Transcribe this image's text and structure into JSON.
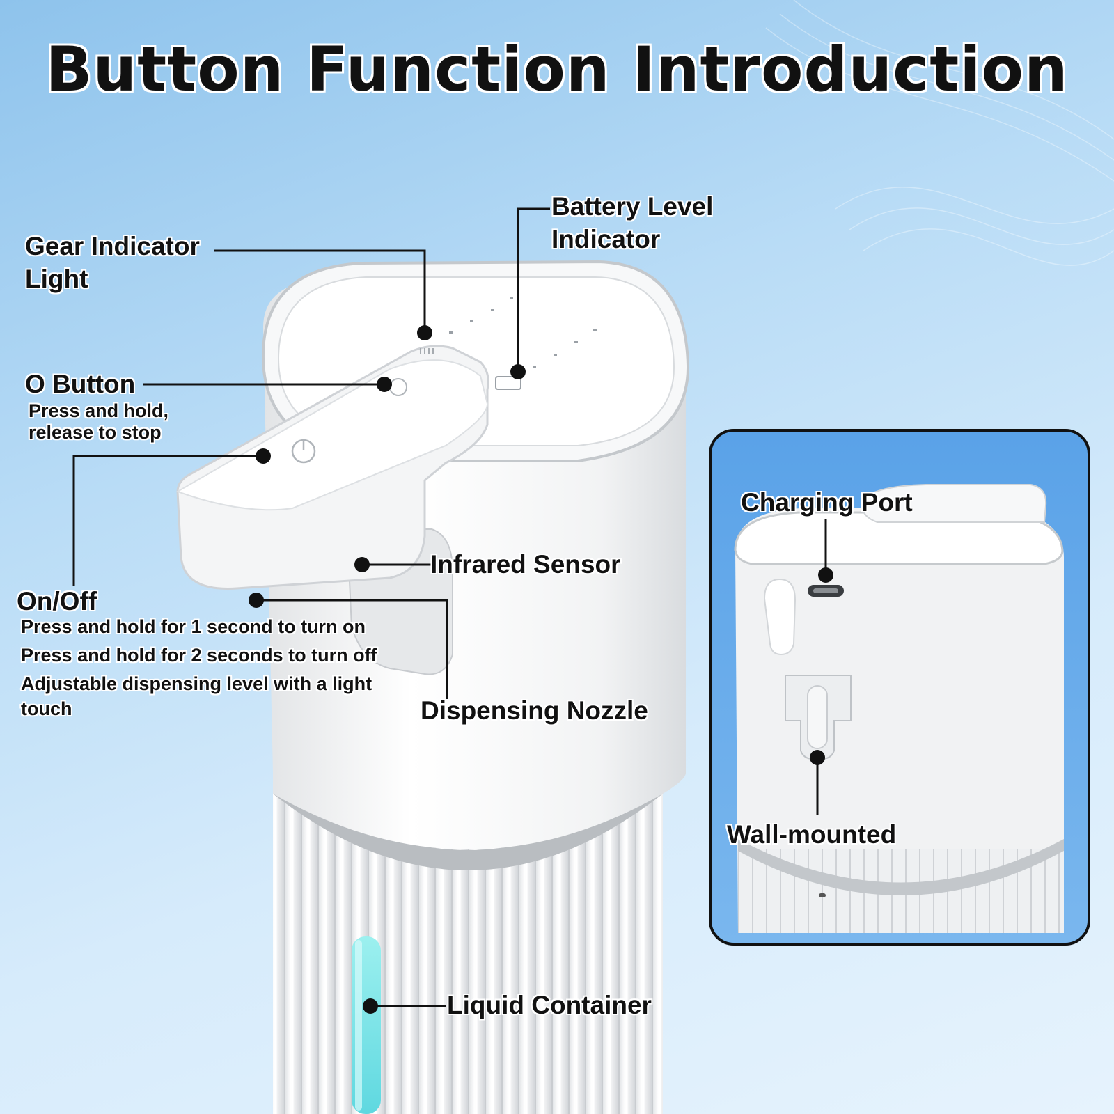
{
  "title": "Button Function Introduction",
  "labels": {
    "gear_indicator": [
      "Gear Indicator",
      "Light"
    ],
    "battery_level": [
      "Battery Level",
      "Indicator"
    ],
    "o_button": {
      "name": "O Button",
      "desc": [
        "Press and hold,",
        "release to stop"
      ]
    },
    "on_off": {
      "name": "On/Off",
      "desc": [
        "Press and hold for 1 second to turn on",
        "Press and hold for 2 seconds to turn off",
        "Adjustable dispensing level with a light",
        "touch"
      ]
    },
    "infrared_sensor": "Infrared Sensor",
    "dispensing_nozzle": "Dispensing Nozzle",
    "liquid_container": "Liquid Container",
    "charging_port": "Charging Port",
    "wall_mounted": "Wall-mounted"
  },
  "colors": {
    "background_top": "#8ec3ec",
    "background_bottom": "#e6f3fd",
    "device_body": "#f4f5f6",
    "accent_ring": "#b5b9bd",
    "liquid_window": "#6fe3e6",
    "leader_line": "#111111",
    "inset_border": "#111111",
    "inset_fill": "#6aa9e6"
  }
}
